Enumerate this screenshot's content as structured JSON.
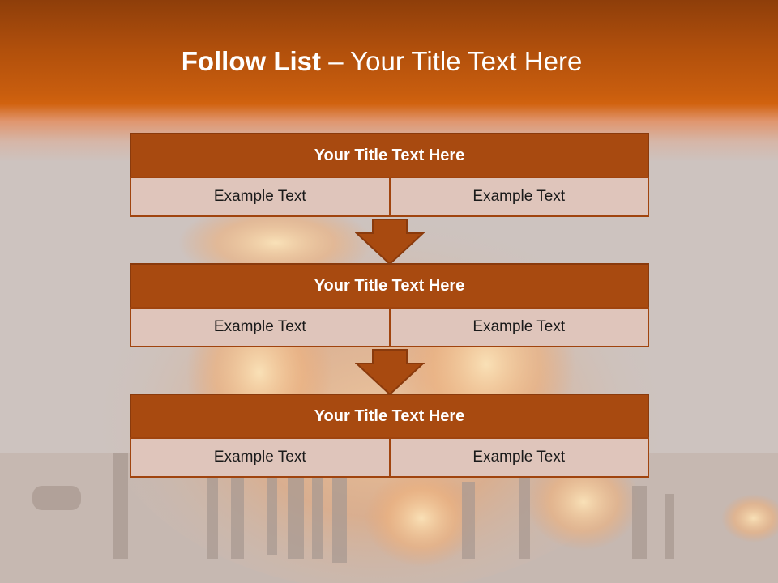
{
  "slide": {
    "title_bold": "Follow List",
    "title_separator": "–",
    "title_rest": "Your Title Text Here"
  },
  "blocks": [
    {
      "title": "Your Title Text Here",
      "left_text": "Example Text",
      "right_text": "Example Text"
    },
    {
      "title": "Your Title Text Here",
      "left_text": "Example Text",
      "right_text": "Example Text"
    },
    {
      "title": "Your Title Text Here",
      "left_text": "Example Text",
      "right_text": "Example Text"
    }
  ],
  "colors": {
    "header_band": "#c85d0e",
    "block_header": "#a84a10",
    "block_cell": "#dfc5bb",
    "arrow": "#a84a10",
    "background": "#cdc3bf"
  },
  "icons": {
    "connector": "down-arrow-icon"
  }
}
